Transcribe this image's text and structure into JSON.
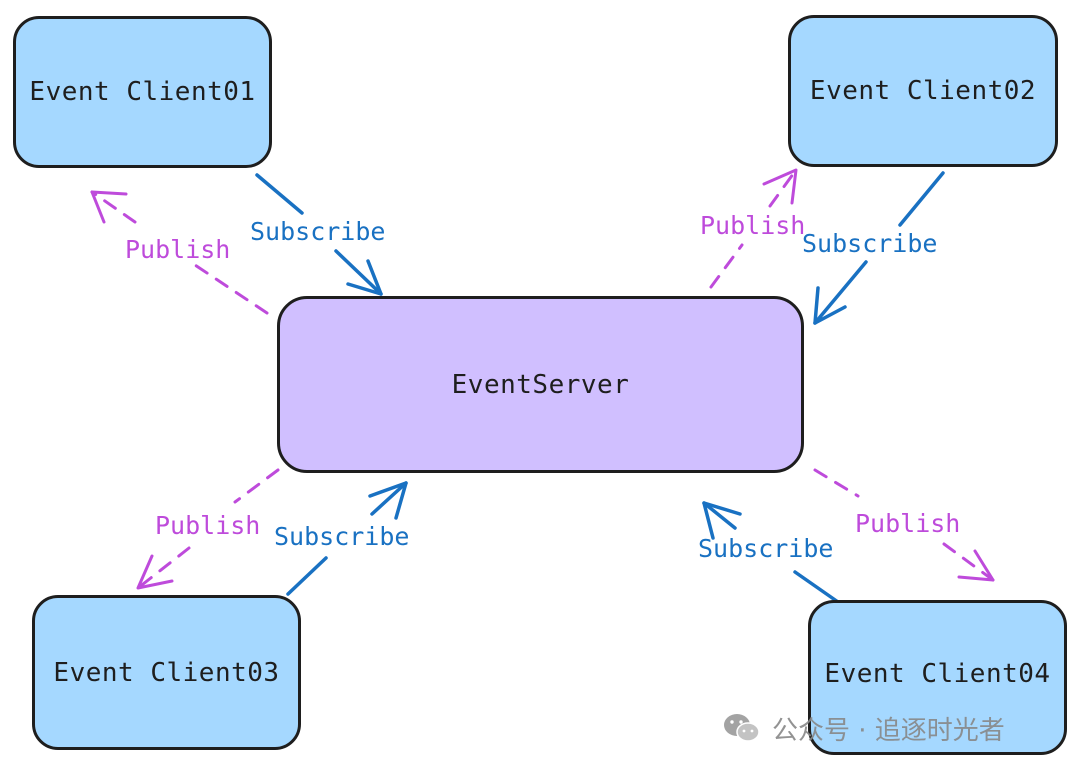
{
  "nodes": {
    "client01": "Event Client01",
    "client02": "Event Client02",
    "client03": "Event Client03",
    "client04": "Event Client04",
    "server": "EventServer"
  },
  "edges": {
    "client01_subscribe": "Subscribe",
    "client01_publish": "Publish",
    "client02_subscribe": "Subscribe",
    "client02_publish": "Publish",
    "client03_subscribe": "Subscribe",
    "client03_publish": "Publish",
    "client04_subscribe": "Subscribe",
    "client04_publish": "Publish"
  },
  "watermark": {
    "text": "公众号 · 追逐时光者",
    "icon": "wechat-icon"
  },
  "colors": {
    "client_fill": "#a5d8ff",
    "server_fill": "#d0bfff",
    "subscribe": "#1971c2",
    "publish": "#be4bdb",
    "stroke": "#1e1e1e"
  }
}
